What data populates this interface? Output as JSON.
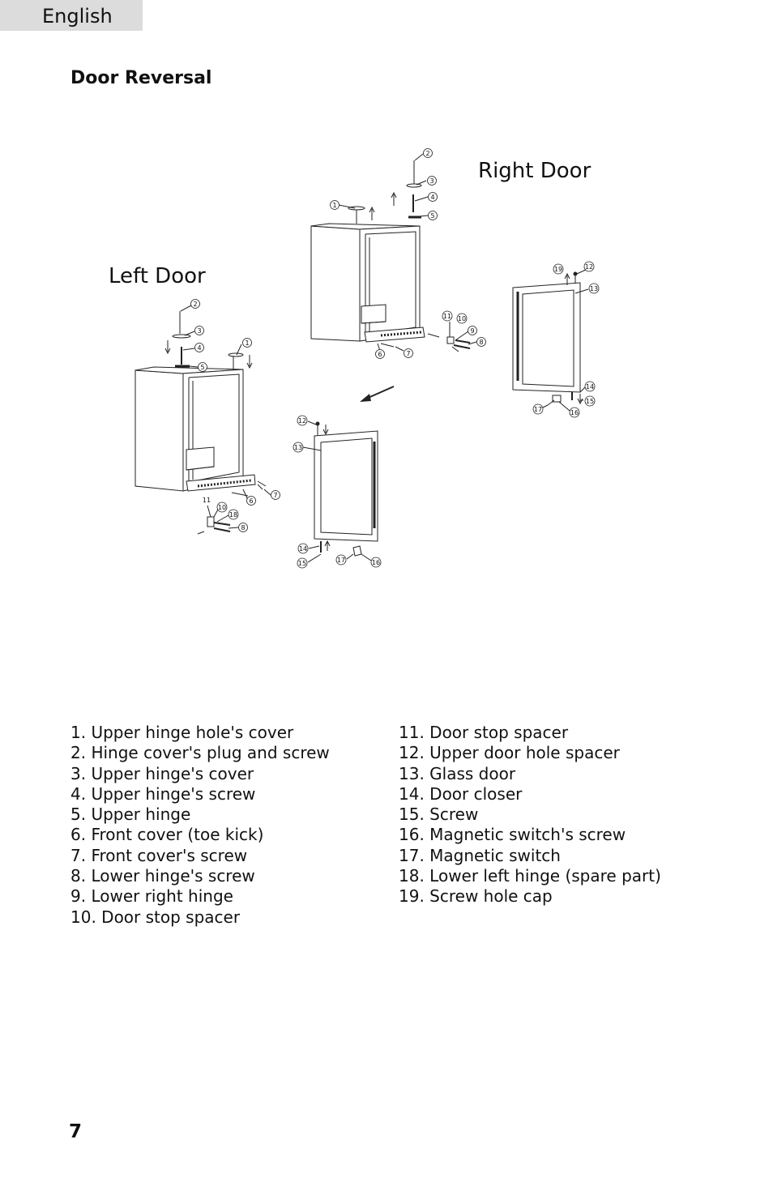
{
  "header": {
    "language_tab": "English"
  },
  "section": {
    "title": "Door Reversal"
  },
  "diagram": {
    "right_door_label": "Right Door",
    "left_door_label": "Left Door",
    "callouts": {
      "c1": "1",
      "c2": "2",
      "c3": "3",
      "c4": "4",
      "c5": "5",
      "c6": "6",
      "c7": "7",
      "c8": "8",
      "c9": "9",
      "c10": "10",
      "c11": "11",
      "c12": "12",
      "c13": "13",
      "c14": "14",
      "c15": "15",
      "c16": "16",
      "c17": "17",
      "c18": "18",
      "c19": "19"
    }
  },
  "legend": {
    "col1": [
      "1. Upper hinge hole's cover",
      "2. Hinge cover's plug and screw",
      "3. Upper hinge's cover",
      "4. Upper hinge's screw",
      "5. Upper hinge",
      "6. Front cover (toe kick)",
      "7. Front cover's screw",
      "8. Lower hinge's screw",
      "9. Lower right hinge",
      "10. Door stop spacer"
    ],
    "col2": [
      "11. Door stop spacer",
      "12. Upper door hole spacer",
      "13. Glass door",
      "14. Door closer",
      "15. Screw",
      "16. Magnetic switch's screw",
      "17. Magnetic switch",
      "18. Lower left hinge (spare part)",
      "19. Screw hole cap"
    ]
  },
  "footer": {
    "page_number": "7"
  }
}
